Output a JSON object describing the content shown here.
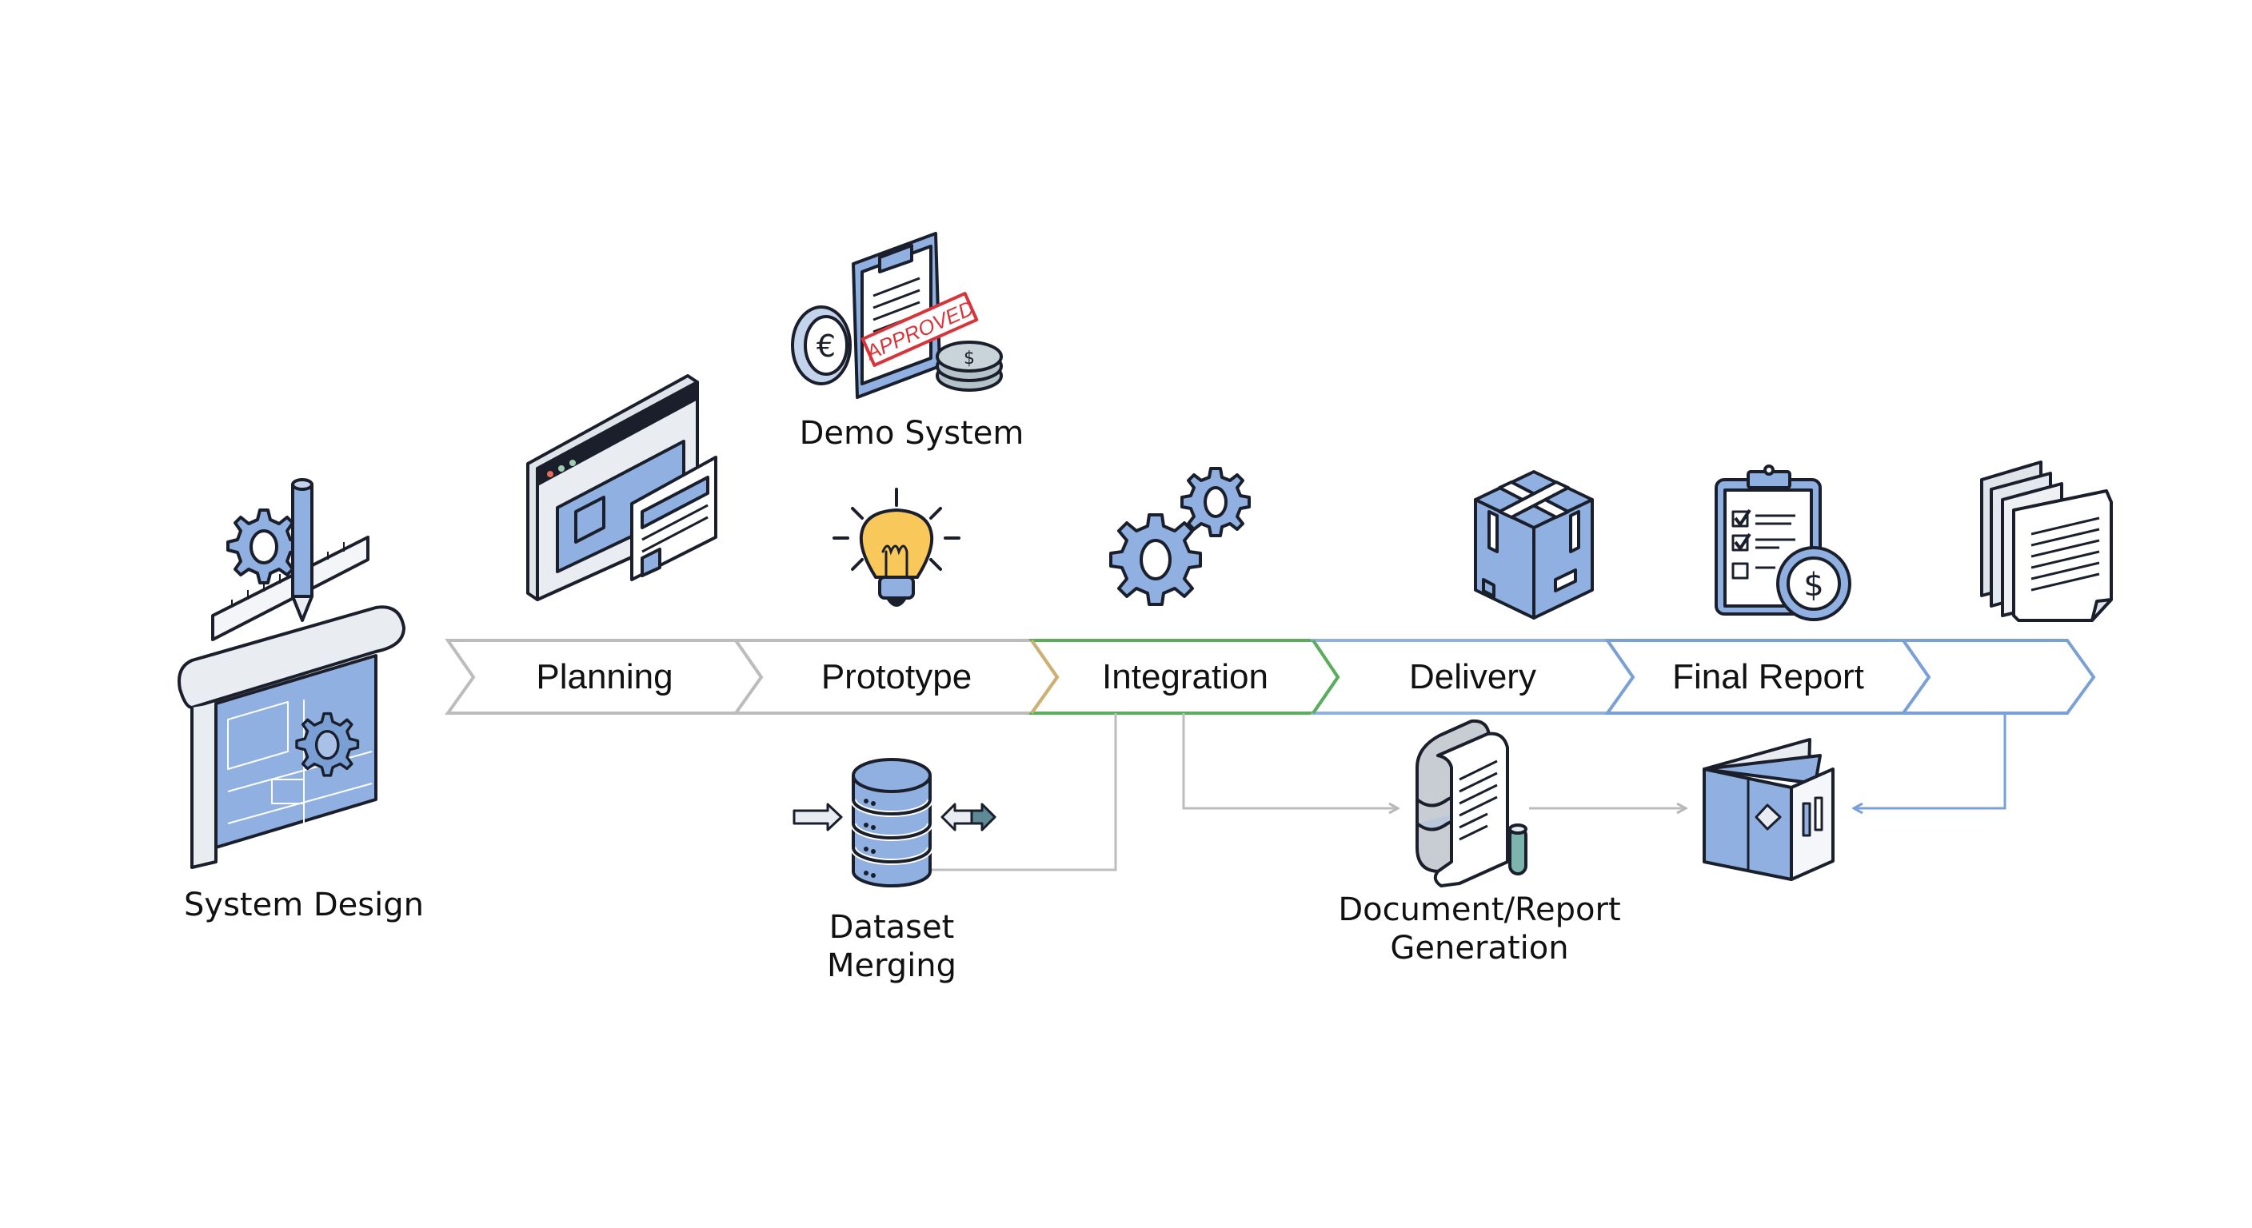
{
  "diagram": {
    "type": "process-flow",
    "colors": {
      "accent_blue": "#8fb0e0",
      "line_blue": "#7aa0d8",
      "line_gray": "#b8b8b8",
      "line_green": "#5aae5a",
      "line_gold": "#d0b070",
      "outline": "#1a1f2b",
      "paper": "#e9ecf1",
      "bulb_yellow": "#f8c85a",
      "stamp_red": "#d9333a",
      "teal": "#7bb5ad"
    },
    "pipeline": {
      "stages": [
        {
          "label": "Planning",
          "border": "gray"
        },
        {
          "label": "Prototype",
          "border": "gray"
        },
        {
          "label": "Integration",
          "border": "green"
        },
        {
          "label": "Delivery",
          "border": "blue"
        },
        {
          "label": "Final Report",
          "border": "blue"
        },
        {
          "label": "",
          "border": "blue"
        }
      ]
    },
    "nodes": {
      "system_design": {
        "label": "System Design",
        "icon": "blueprint-gear-icon"
      },
      "planning_icon": {
        "icon": "browser-window-icon"
      },
      "demo_system": {
        "label": "Demo System",
        "icon": "approved-clipboard-coins-icon",
        "stamp_text": "APPROVED"
      },
      "prototype_icon": {
        "icon": "lightbulb-icon"
      },
      "integration_icon": {
        "icon": "gears-icon"
      },
      "delivery_icon": {
        "icon": "package-box-icon"
      },
      "final_report_icon": {
        "icon": "checklist-dollar-icon"
      },
      "end_icon": {
        "icon": "document-stack-icon"
      },
      "dataset_merging": {
        "label": "Dataset\nMerging",
        "icon": "database-icon"
      },
      "document_generation": {
        "label": "Document/Report\nGeneration",
        "icon": "scroll-database-icon"
      },
      "brochure_icon": {
        "icon": "folded-brochure-icon"
      }
    },
    "connectors": [
      {
        "from": "Integration",
        "to": "Dataset Merging",
        "color": "gray"
      },
      {
        "from": "Integration",
        "to": "Document/Report Generation",
        "color": "gray",
        "arrow": true
      },
      {
        "from": "Document/Report Generation",
        "to": "Brochure",
        "color": "gray",
        "arrow": true
      },
      {
        "from": "End stage",
        "to": "Brochure",
        "color": "blue",
        "arrow": true
      }
    ]
  }
}
